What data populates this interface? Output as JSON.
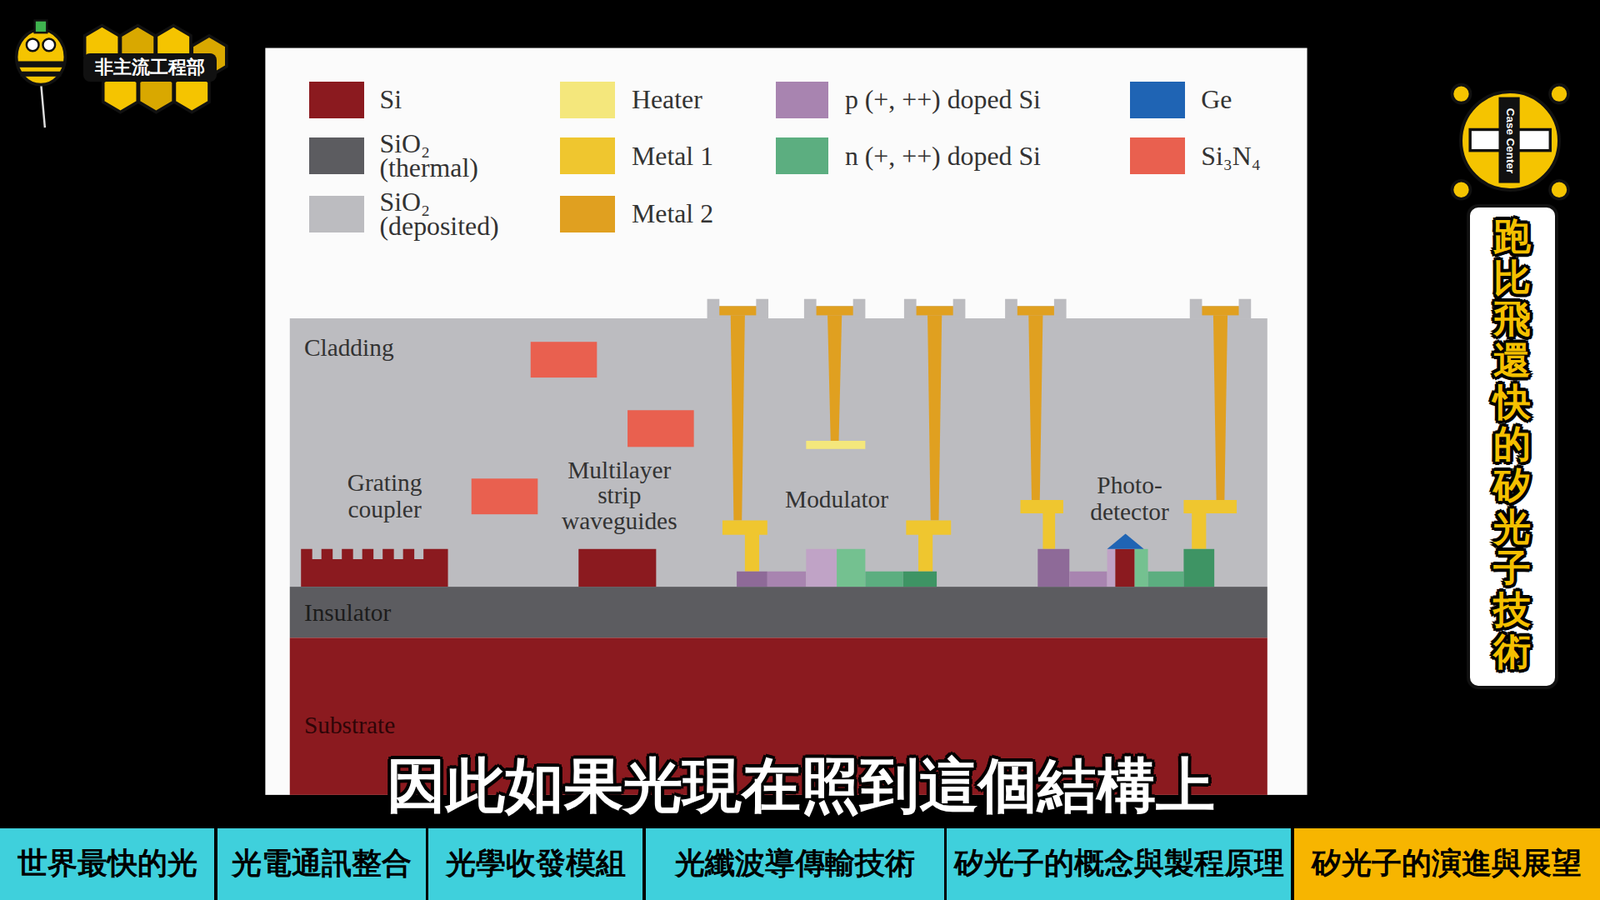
{
  "diagram": {
    "nodes": [
      {
        "text": [
          "非主流工程部"
        ]
      },
      {
        "text": [
          "Case Center"
        ]
      },
      {
        "text": [
          "跑比飛還快的矽光子技術"
        ]
      },
      {
        "text": [
          "Cladding"
        ]
      },
      {
        "text": [
          "Insulator"
        ]
      },
      {
        "text": [
          "Substrate"
        ]
      },
      {
        "text": [
          "世界最快的光"
        ]
      },
      {
        "text": [
          "光電通訊整合"
        ]
      },
      {
        "text": [
          "光學收發模組"
        ]
      },
      {
        "text": [
          "光纖波導傳輸技術"
        ]
      },
      {
        "text": [
          "矽光子的概念與製程原理"
        ]
      },
      {
        "text": [
          "矽光子的演進與展望"
        ]
      }
    ],
    "labels": [
      "Grating coupler",
      "Multilayer strip waveguides",
      "Modulator",
      "Photo-detector",
      "因此如果光現在照到這個結構上"
    ],
    "legend": [
      {
        "text": "Si",
        "color": "#8b1a1f"
      },
      {
        "text": "Heater",
        "color": "#f4e77c"
      },
      {
        "text": "p (+, ++) doped Si",
        "color": "#a884b0"
      },
      {
        "text": "Ge",
        "color": "#1f64b4"
      },
      {
        "text": "SiO₂ (thermal)",
        "color": "#5c5c60"
      },
      {
        "text": "Metal 1",
        "color": "#efc62f"
      },
      {
        "text": "n (+, ++) doped Si",
        "color": "#5cae80"
      },
      {
        "text": "Si₃N₄",
        "color": "#e9604f"
      },
      {
        "text": "SiO₂ (deposited)",
        "color": "#bcbcc0"
      },
      {
        "text": "Metal 2",
        "color": "#e0a020"
      }
    ]
  }
}
